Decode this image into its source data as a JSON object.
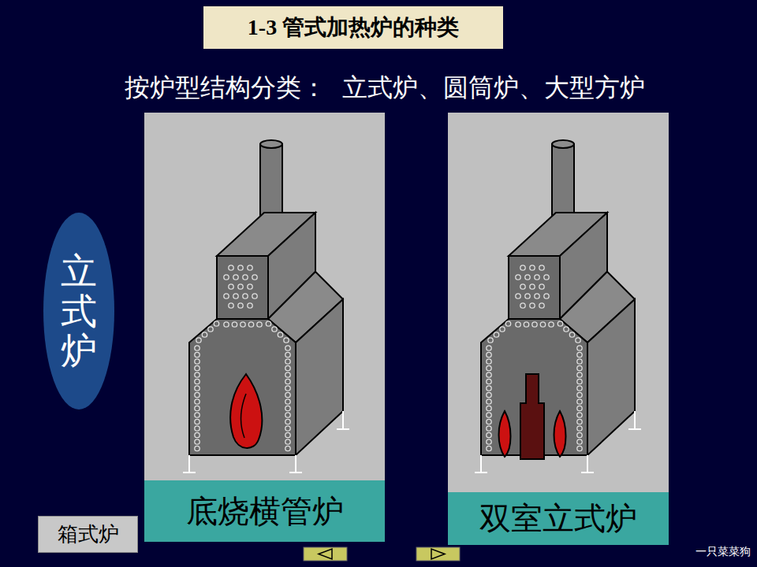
{
  "diagram": {
    "title": "1-3 管式加热炉的种类",
    "nodes": [
      {
        "text": [
          "立式炉"
        ]
      },
      {
        "text": [
          "底烧横管炉"
        ]
      },
      {
        "text": [
          "双室立式炉"
        ]
      },
      {
        "text": [
          "箱式炉"
        ]
      }
    ],
    "labels": [
      "按炉型结构分类：  立式炉、圆筒炉、大型方炉",
      "一只菜菜狗"
    ]
  }
}
